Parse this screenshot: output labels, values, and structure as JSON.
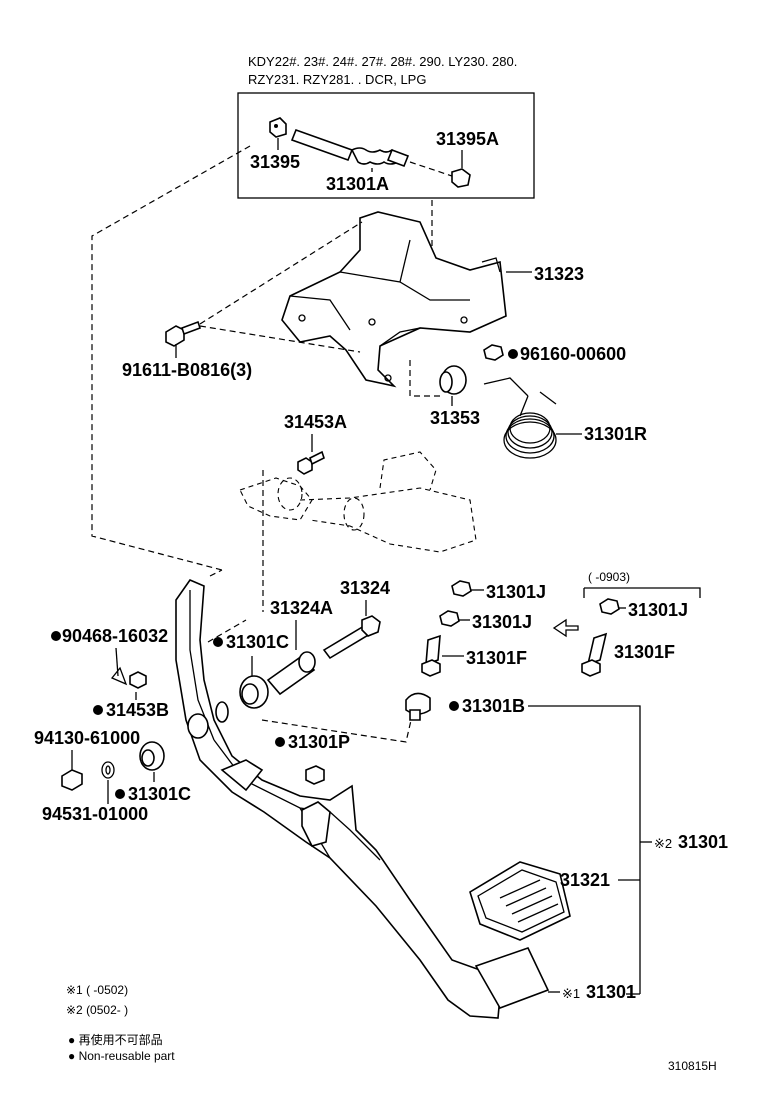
{
  "header": {
    "line1": "KDY22#. 23#. 24#. 27#. 28#. 290. LY230. 280.",
    "line2": "RZY231. RZY281. . DCR, LPG"
  },
  "labels": {
    "p31395": "31395",
    "p31395A": "31395A",
    "p31301A": "31301A",
    "p31323": "31323",
    "p91611": "91611-B0816(3)",
    "p96160": "96160-00600",
    "p31353": "31353",
    "p31301R": "31301R",
    "p31453A": "31453A",
    "p31324": "31324",
    "p31324A": "31324A",
    "p90468": "90468-16032",
    "p31301C_a": "31301C",
    "p31453B": "31453B",
    "p94130": "94130-61000",
    "p31301C_b": "31301C",
    "p94531": "94531-01000",
    "p31301P": "31301P",
    "p31301J_a": "31301J",
    "p31301J_b": "31301J",
    "p31301J_c": "31301J",
    "p31301F_a": "31301F",
    "p31301F_b": "31301F",
    "p31301B": "31301B",
    "p31321": "31321",
    "p31301_2": "31301",
    "p31301_1": "31301",
    "range_0903": "(      -0903)",
    "mark2": "※2",
    "mark1": "※1"
  },
  "notes": {
    "n1": "※1  (      -0502)",
    "n2": "※2  (0502-      )",
    "n3": "● 再使用不可部品",
    "n4": "● Non-reusable part"
  },
  "figure_id": "310815H"
}
